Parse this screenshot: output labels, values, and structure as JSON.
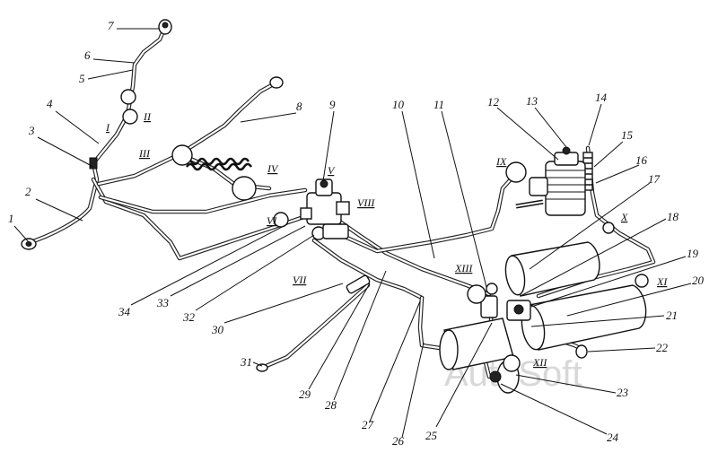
{
  "watermark": "AutoSoft",
  "callouts": [
    {
      "id": "c1",
      "text": "1"
    },
    {
      "id": "c2",
      "text": "2"
    },
    {
      "id": "c3",
      "text": "3"
    },
    {
      "id": "c4",
      "text": "4"
    },
    {
      "id": "c5",
      "text": "5"
    },
    {
      "id": "c6",
      "text": "6"
    },
    {
      "id": "c7",
      "text": "7"
    },
    {
      "id": "c8",
      "text": "8"
    },
    {
      "id": "c9",
      "text": "9"
    },
    {
      "id": "c10",
      "text": "10"
    },
    {
      "id": "c11",
      "text": "11"
    },
    {
      "id": "c12",
      "text": "12"
    },
    {
      "id": "c13",
      "text": "13"
    },
    {
      "id": "c14",
      "text": "14"
    },
    {
      "id": "c15",
      "text": "15"
    },
    {
      "id": "c16",
      "text": "16"
    },
    {
      "id": "c17",
      "text": "17"
    },
    {
      "id": "c18",
      "text": "18"
    },
    {
      "id": "c19",
      "text": "19"
    },
    {
      "id": "c20",
      "text": "20"
    },
    {
      "id": "c21",
      "text": "21"
    },
    {
      "id": "c22",
      "text": "22"
    },
    {
      "id": "c23",
      "text": "23"
    },
    {
      "id": "c24",
      "text": "24"
    },
    {
      "id": "c25",
      "text": "25"
    },
    {
      "id": "c26",
      "text": "26"
    },
    {
      "id": "c27",
      "text": "27"
    },
    {
      "id": "c28",
      "text": "28"
    },
    {
      "id": "c29",
      "text": "29"
    },
    {
      "id": "c30",
      "text": "30"
    },
    {
      "id": "c31",
      "text": "31"
    },
    {
      "id": "c32",
      "text": "32"
    },
    {
      "id": "c33",
      "text": "33"
    },
    {
      "id": "c34",
      "text": "34"
    }
  ],
  "detail_marks": [
    {
      "id": "rI",
      "text": "I"
    },
    {
      "id": "rII",
      "text": "II"
    },
    {
      "id": "rIII",
      "text": "III"
    },
    {
      "id": "rIV",
      "text": "IV"
    },
    {
      "id": "rV",
      "text": "V"
    },
    {
      "id": "rVI",
      "text": "VI"
    },
    {
      "id": "rVII",
      "text": "VII"
    },
    {
      "id": "rVIII",
      "text": "VIII"
    },
    {
      "id": "rIX",
      "text": "IX"
    },
    {
      "id": "rX",
      "text": "X"
    },
    {
      "id": "rXI",
      "text": "XI"
    },
    {
      "id": "rXII",
      "text": "XII"
    },
    {
      "id": "rXIII",
      "text": "XIII"
    }
  ]
}
